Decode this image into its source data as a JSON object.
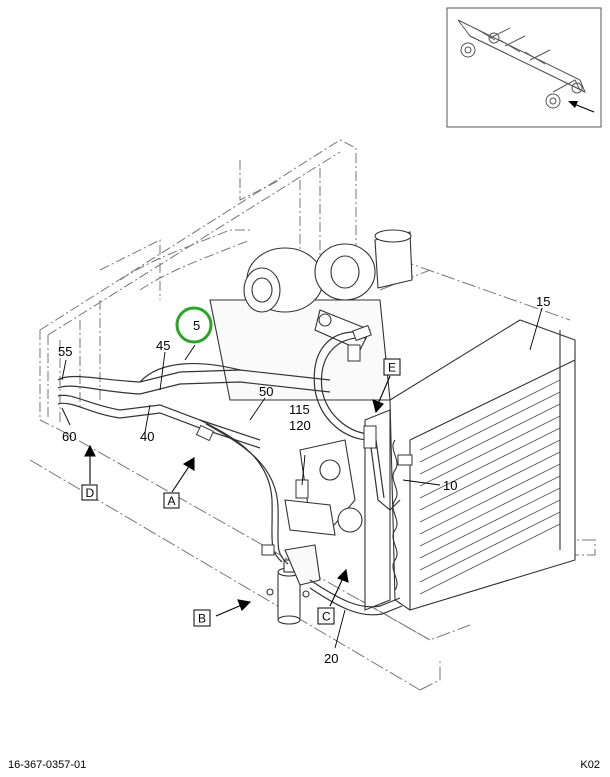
{
  "callouts": {
    "c5": "5",
    "c10": "10",
    "c15": "15",
    "c20": "20",
    "c40": "40",
    "c45": "45",
    "c50": "50",
    "c55": "55",
    "c60": "60",
    "c115": "115",
    "c120": "120"
  },
  "view_labels": {
    "a": "A",
    "b": "B",
    "c": "C",
    "d": "D",
    "e": "E"
  },
  "footer": {
    "part_number": "16-367-0357-01",
    "sheet_code": "K02"
  },
  "colors": {
    "highlight": "#2aa52a",
    "line": "#555555"
  }
}
